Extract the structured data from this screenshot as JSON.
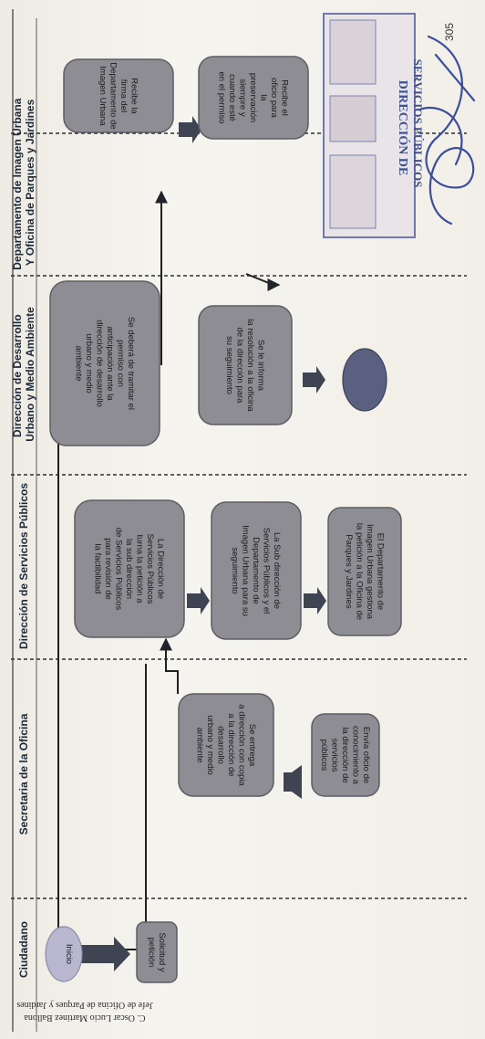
{
  "page_number": "305",
  "lanes": [
    {
      "id": "ciudadano",
      "header": "Ciudadano"
    },
    {
      "id": "secretaria",
      "header": "Secretaria de la Oficina"
    },
    {
      "id": "servicios",
      "header": "Dirección de Servicios Públicos"
    },
    {
      "id": "desarrollo",
      "header_lines": [
        "Dirección de Desarrollo",
        "Urbano y Medio Ambiente"
      ]
    },
    {
      "id": "imagen",
      "header_lines": [
        "Departamento de Imagen Urbana",
        "Y Oficina de Parques y Jardines"
      ]
    }
  ],
  "nodes": {
    "inicio": "Inicio",
    "solicitud": [
      "Solicitud y",
      "petición"
    ],
    "sec_entrega": [
      "Se entrega",
      "a dirección con copia",
      "a la dirección de",
      "desarrollo",
      "urbano y medio",
      "ambiente"
    ],
    "sec_envia": [
      "Envía oficio de",
      "conocimiento a",
      "la dirección de",
      "servicios",
      "públicos"
    ],
    "serv_turna": [
      "La Dirección de",
      "Servicios Públicos",
      "turna la petición a",
      "la sub dirección",
      "de Servicios Públicos",
      "para revisión de",
      "la factibilidad"
    ],
    "serv_coord": [
      "La Sub dirección de",
      "Servicios Públicos y el",
      "Departamento de",
      "Imagen Urbana para su",
      "seguimiento"
    ],
    "serv_depto": [
      "El Departamento de",
      "Imagen Urbana gestiona",
      "la petición a la Oficina de",
      "Parques y Jardines"
    ],
    "des_tramitar": [
      "Se deberá de tramitar el",
      "permiso con",
      "anticipación ante la",
      "dirección de desarrollo",
      "urbano y medio",
      "ambiente"
    ],
    "des_informa": [
      "Se le informa",
      "la resolución a la oficina",
      "de la dirección para",
      "su seguimiento"
    ],
    "img_recibe": [
      "Recibe la",
      "firma del",
      "Departamento de",
      "Imagen Urbana"
    ],
    "img_oficio": [
      "Recibe el",
      "oficio para",
      "la",
      "preservación",
      "siempre y",
      "cuando esté",
      "en el permiso"
    ]
  },
  "footer": [
    "C. Oscar Lucio Martínez Ballona",
    "Jefe de Oficina de Parques y Jardines"
  ],
  "stamp": {
    "line1": "DIRECCIÓN DE",
    "line2": "SERVICIOS PÚBLICOS"
  },
  "colors": {
    "box_fill": "#8d8d93",
    "box_stroke": "#5d5d64",
    "header_text": "#1b2a3a",
    "arrow": "#3e4452",
    "stamp_ink": "#4a5aa0",
    "signature_ink": "#3c4f9a",
    "paper": "#f3f1ec"
  }
}
